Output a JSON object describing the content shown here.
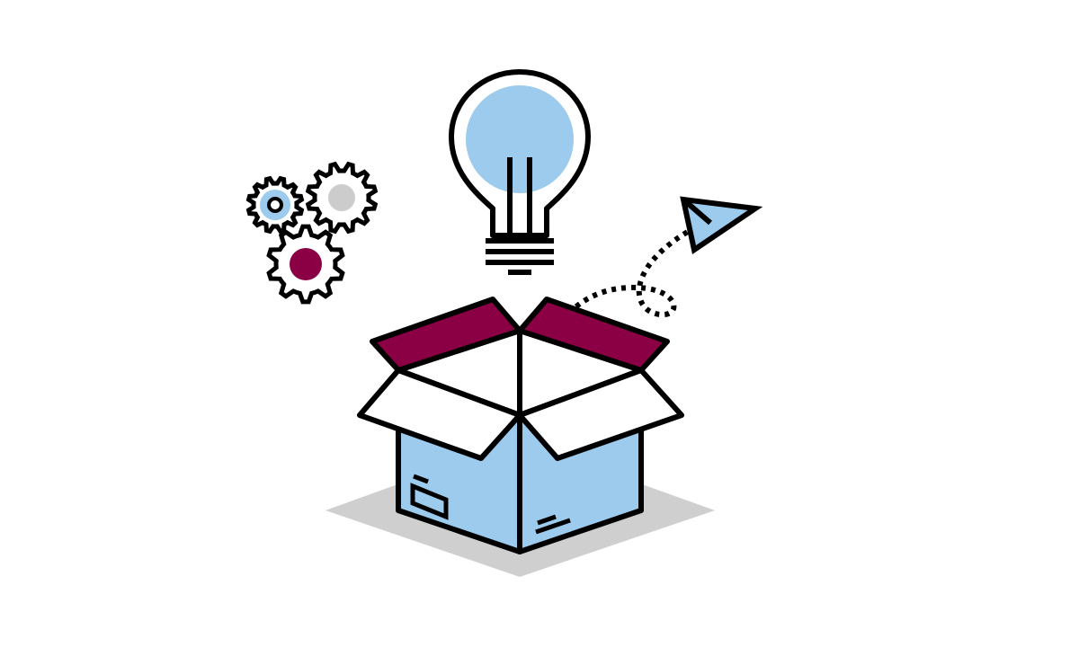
{
  "illustration": {
    "elements": [
      {
        "name": "gear-icon-small"
      },
      {
        "name": "gear-icon-medium"
      },
      {
        "name": "gear-icon-large"
      },
      {
        "name": "lightbulb-icon"
      },
      {
        "name": "paper-plane-icon"
      },
      {
        "name": "open-box-icon"
      }
    ]
  },
  "colors": {
    "background": "#ffffff",
    "light_blue": "#9ccbed",
    "maroon": "#8b0045",
    "gray": "#cccccc",
    "shadow": "#cfcfcf",
    "outline": "#000000"
  }
}
